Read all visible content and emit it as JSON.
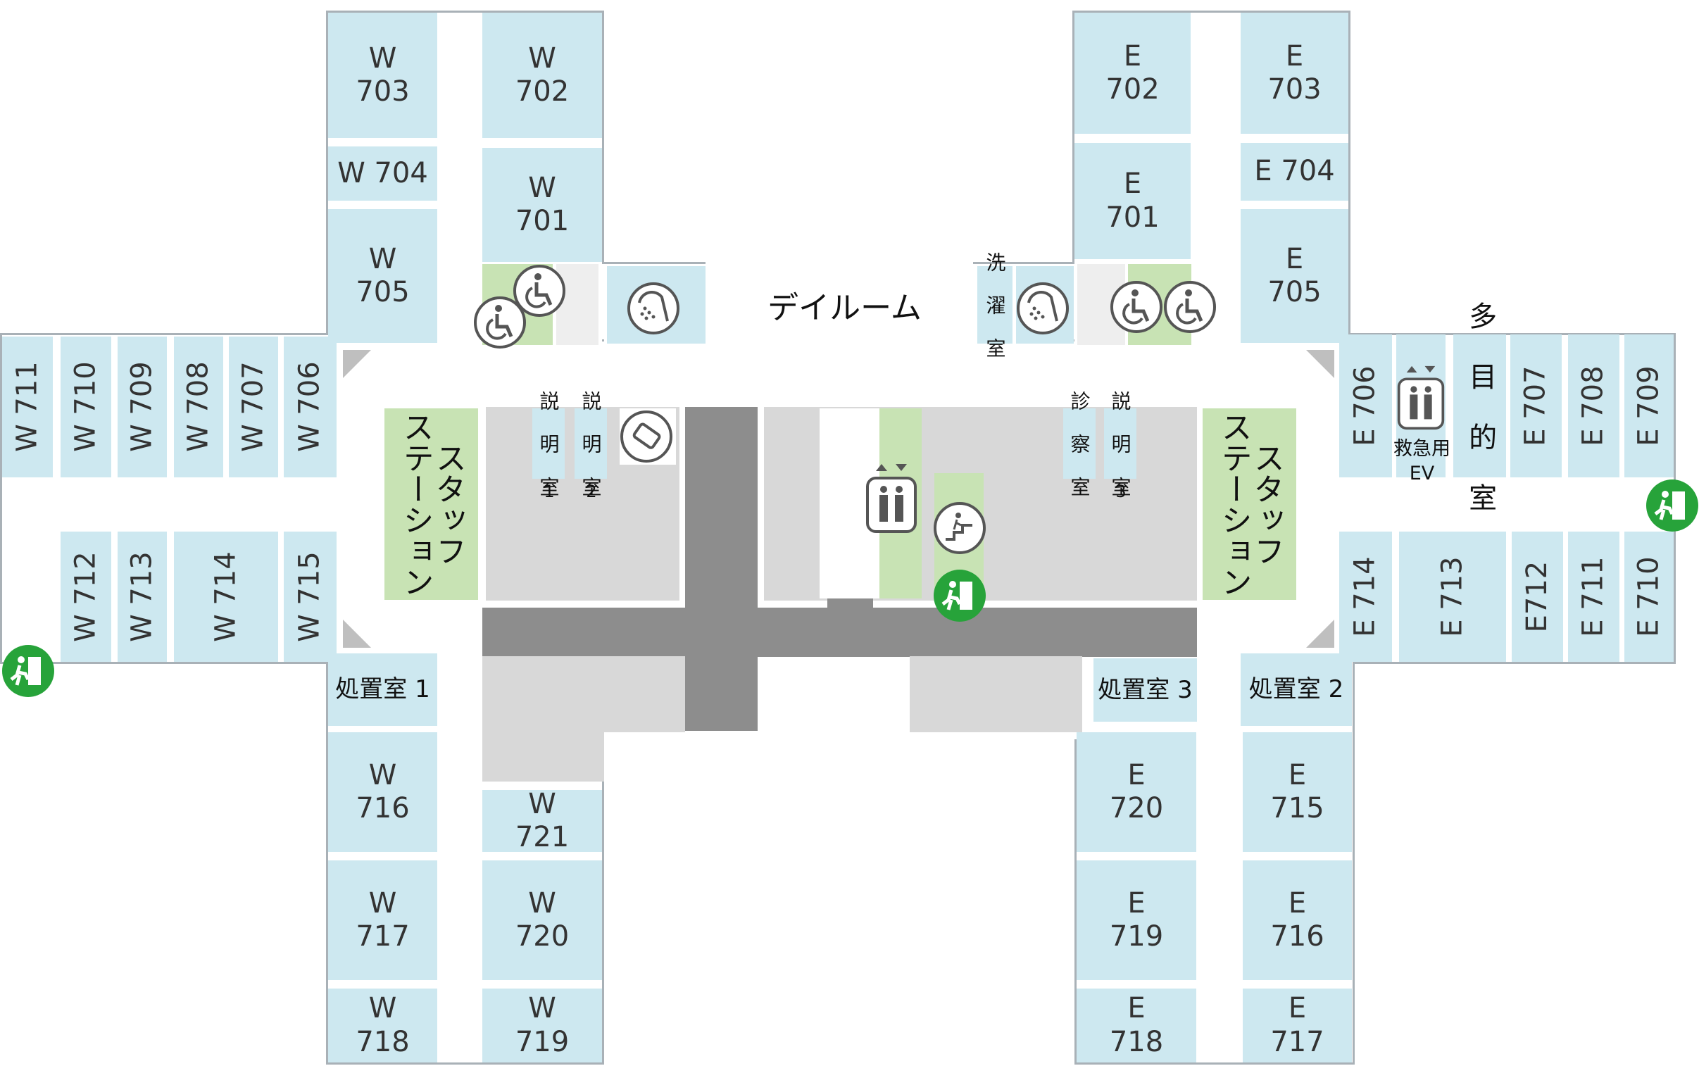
{
  "map": {
    "day_room": "デイルーム",
    "laundry": "洗\n濯\n室",
    "staff_station_west": "スタッフ\nステーション",
    "staff_station_east": "スタッフ\nステーション",
    "multipurpose_room": "多\n目\n的\n室",
    "emergency_ev": "救急用\nEV",
    "treatment_rooms": [
      "処置室 1",
      "処置室 2",
      "処置室 3"
    ],
    "explanation_rooms": [
      "説\n明\n室",
      "説\n明\n室",
      "説\n明\n室"
    ],
    "explanation_numbers": [
      "1",
      "2",
      "3"
    ],
    "exam_room": "診\n察\n室",
    "west_rooms": {
      "w703": "W\n703",
      "w702": "W\n702",
      "w704": "W 704",
      "w701": "W\n701",
      "w705": "W\n705",
      "w711": "W 711",
      "w710": "W 710",
      "w709": "W 709",
      "w708": "W 708",
      "w707": "W 707",
      "w706": "W 706",
      "w712": "W 712",
      "w713": "W 713",
      "w714": "W 714",
      "w715": "W 715",
      "w716": "W\n716",
      "w721": "W\n721",
      "w717": "W\n717",
      "w720": "W\n720",
      "w718": "W\n718",
      "w719": "W\n719"
    },
    "east_rooms": {
      "e702": "E\n702",
      "e703": "E\n703",
      "e701": "E\n701",
      "e704": "E 704",
      "e705": "E\n705",
      "e706": "E 706",
      "e707": "E 707",
      "e708": "E 708",
      "e709": "E 709",
      "e714": "E 714",
      "e713": "E 713",
      "e712": "E712",
      "e711": "E 711",
      "e710": "E 710",
      "e720": "E\n720",
      "e715": "E\n715",
      "e719": "E\n719",
      "e716": "E\n716",
      "e718": "E\n718",
      "e717": "E\n717"
    },
    "icons": [
      "wheelchair-icon",
      "shower-icon",
      "phone-icon",
      "elevator-icon",
      "stairs-icon",
      "emergency-exit-icon"
    ],
    "colors": {
      "room": "#cde8f0",
      "green": "#c8e3b4",
      "gray": "#d8d8d8",
      "dark": "#8d8d8d",
      "exit": "#27a33a"
    }
  }
}
